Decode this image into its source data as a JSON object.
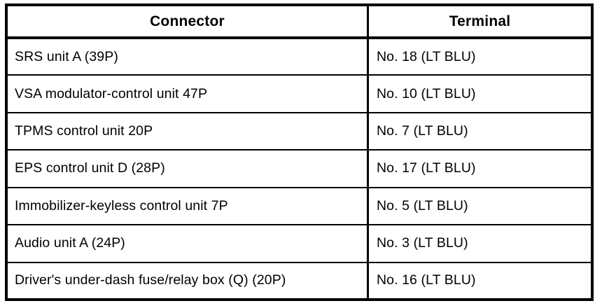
{
  "document": {
    "type": "service-manual-table",
    "background_color": "#ffffff",
    "text_color": "#000000",
    "border_color": "#000000"
  },
  "table": {
    "columns": [
      {
        "key": "connector",
        "header": "Connector",
        "align": "left"
      },
      {
        "key": "terminal",
        "header": "Terminal",
        "align": "left"
      }
    ],
    "rows": [
      {
        "connector": "SRS unit A (39P)",
        "terminal": "No. 18 (LT BLU)"
      },
      {
        "connector": "VSA modulator-control unit 47P",
        "terminal": "No. 10 (LT BLU)"
      },
      {
        "connector": "TPMS control unit 20P",
        "terminal": "No. 7 (LT BLU)"
      },
      {
        "connector": "EPS control unit D (28P)",
        "terminal": "No. 17 (LT BLU)"
      },
      {
        "connector": "Immobilizer-keyless control unit 7P",
        "terminal": "No. 5 (LT BLU)"
      },
      {
        "connector": "Audio unit A (24P)",
        "terminal": "No. 3 (LT BLU)"
      },
      {
        "connector": "Driver's under-dash fuse/relay box (Q) (20P)",
        "terminal": "No. 16 (LT BLU)"
      }
    ]
  }
}
